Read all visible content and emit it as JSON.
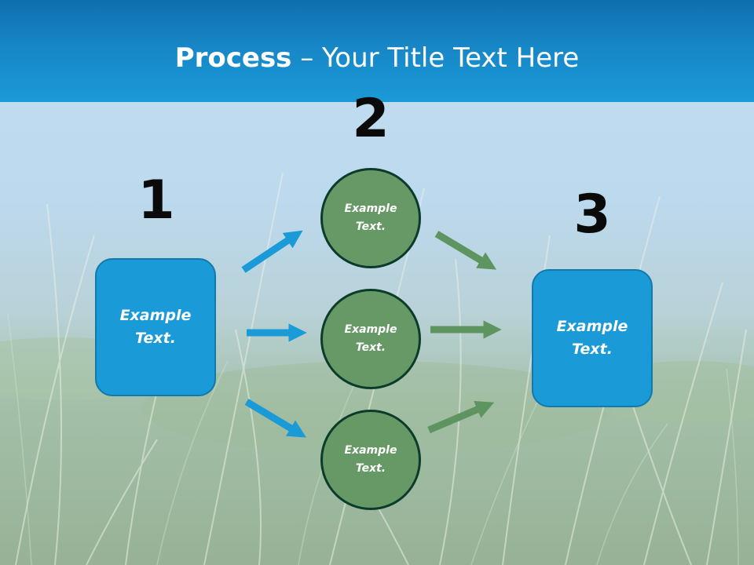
{
  "title": {
    "bold": "Process",
    "rest": " – Your Title Text Here"
  },
  "steps": {
    "one": "1",
    "two": "2",
    "three": "3"
  },
  "boxes": {
    "left": "Example\nText.",
    "right": "Example\nText."
  },
  "circles": {
    "top": "Example\nText.",
    "middle": "Example\nText.",
    "bottom": "Example\nText."
  },
  "colors": {
    "header": "#1786c6",
    "box": "#1a9ad7",
    "circle": "#669966",
    "circle_border": "#0b3b2a",
    "arrow_blue": "#1a9ad7",
    "arrow_green": "#5e9460"
  }
}
